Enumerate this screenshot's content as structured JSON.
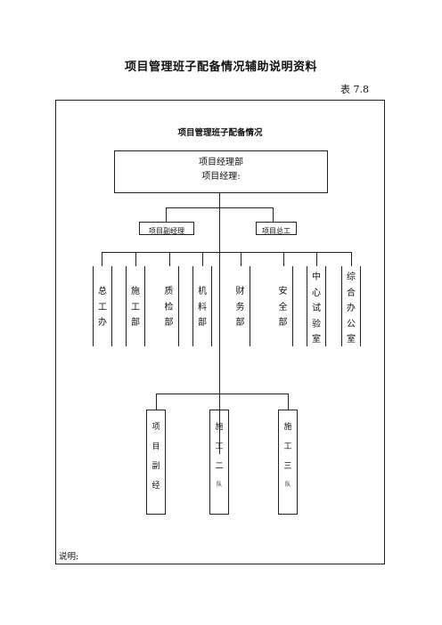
{
  "doc": {
    "title": "项目管理班子配备情况辅助说明资料",
    "table_no": "表 7.8",
    "note_label": "说明:"
  },
  "chart": {
    "title": "项目管理班子配备情况",
    "top_box": {
      "line1": "项目经理部",
      "line2": "项目经理:"
    },
    "sub_boxes": [
      "项目副经理",
      "项目总工"
    ],
    "departments": [
      [
        "总",
        "工",
        "办"
      ],
      [
        "施",
        "工",
        "部"
      ],
      [
        "质",
        "检",
        "部"
      ],
      [
        "机",
        "料",
        "部"
      ],
      [
        "财",
        "务",
        "部"
      ],
      [
        "安",
        "全",
        "部"
      ],
      [
        "中",
        "心",
        "试",
        "验",
        "室"
      ],
      [
        "综",
        "合",
        "办",
        "公",
        "室"
      ]
    ],
    "teams": [
      {
        "chars": [
          "项",
          "目",
          "副",
          "经"
        ],
        "tail": ""
      },
      {
        "chars": [
          "施",
          "工",
          "二"
        ],
        "tail": "队"
      },
      {
        "chars": [
          "施",
          "工",
          "三"
        ],
        "tail": "队"
      }
    ]
  }
}
